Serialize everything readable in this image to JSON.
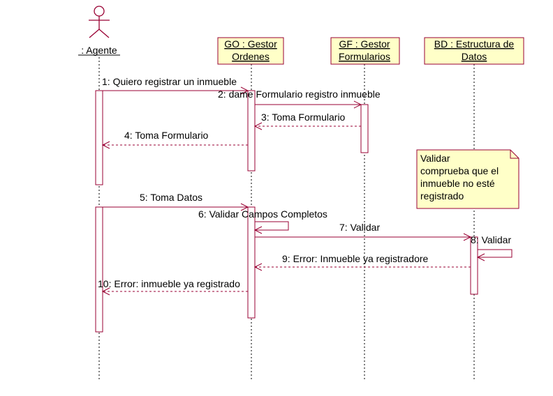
{
  "colors": {
    "line": "#990033",
    "box_fill": "#ffffc8",
    "lifeline": "#000000",
    "text": "#000000"
  },
  "participants": {
    "agent": ": Agente",
    "go_line1": "GO : Gestor",
    "go_line2": "Ordenes",
    "gf_line1": "GF : Gestor",
    "gf_line2": "Formularios",
    "bd_line1": "BD : Estructura de",
    "bd_line2": "Datos"
  },
  "messages": {
    "m1": "1: Quiero registrar un inmueble",
    "m2": "2: dame Formulario registro inmueble",
    "m3": "3: Toma Formulario",
    "m4": "4: Toma Formulario",
    "m5": "5: Toma Datos",
    "m6": "6: Validar Campos Completos",
    "m7": "7: Validar",
    "m8": "8: Validar",
    "m9": "9: Error: Inmueble ya registradore",
    "m10": "10: Error: inmueble ya registrado"
  },
  "note": {
    "line1": "Validar",
    "line2": "comprueba que el",
    "line3": "inmueble no esté",
    "line4": "registrado"
  }
}
